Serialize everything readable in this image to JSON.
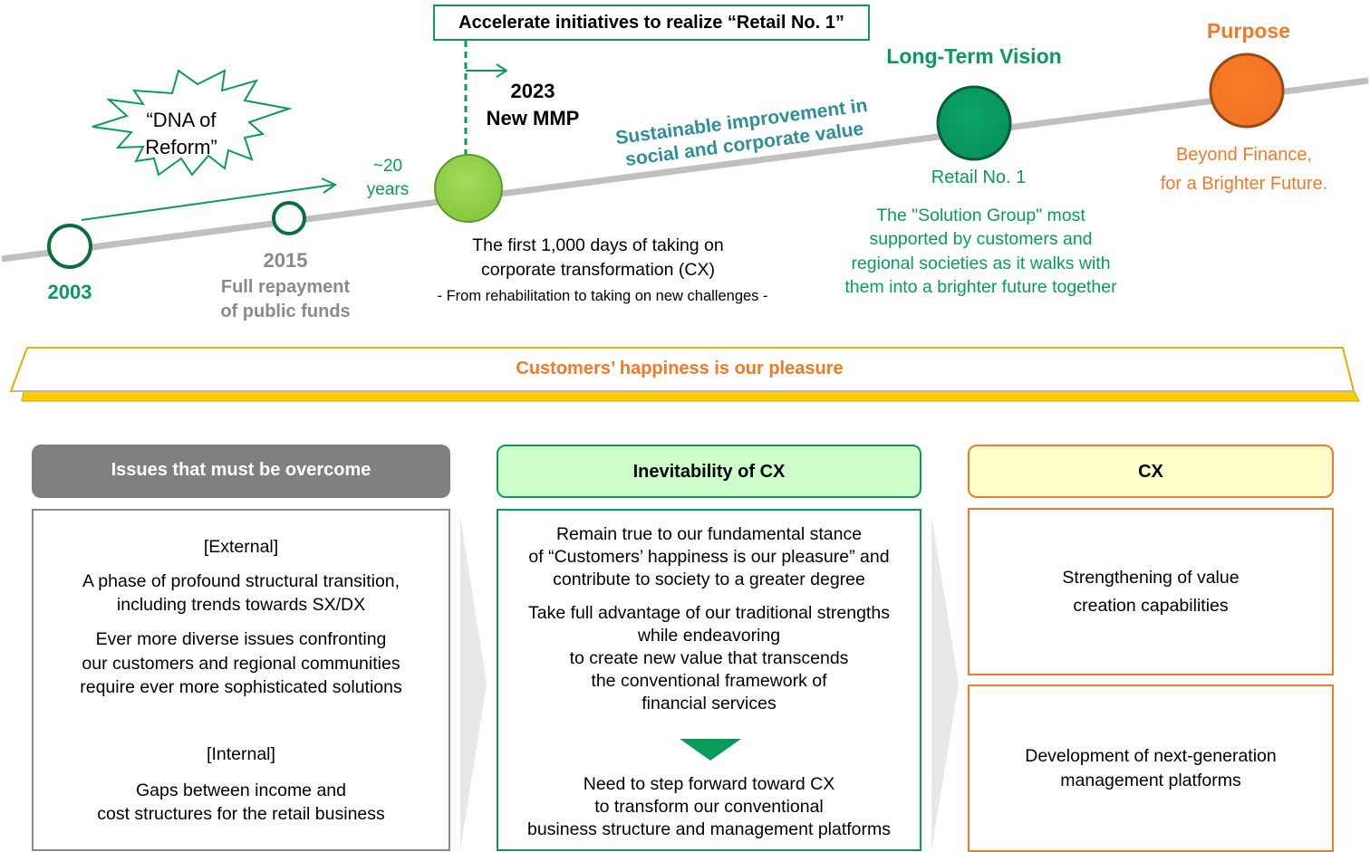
{
  "timeline": {
    "banner": "Accelerate initiatives to realize “Retail No. 1”",
    "dna_of_reform": "“DNA of\nReform”",
    "years_label": "~20\nyears",
    "milestones": [
      {
        "year": "2003",
        "description": ""
      },
      {
        "year": "2015",
        "description": "Full repayment\nof public funds"
      },
      {
        "year": "2023\nNew MMP",
        "description": "The first 1,000 days of taking on\ncorporate transformation (CX)",
        "subtext": "- From rehabilitation to taking on new challenges -"
      }
    ],
    "arrow_text": "Sustainable improvement in\nsocial and corporate value",
    "long_term_vision": {
      "title": "Long-Term Vision",
      "label": "Retail No. 1",
      "description": "The \"Solution Group\" most\nsupported by customers and\nregional societies as it walks with\nthem into a brighter future together"
    },
    "purpose": {
      "title": "Purpose",
      "label": "Beyond Finance,\nfor a Brighter Future."
    }
  },
  "ribbon": {
    "text": "Customers’ happiness is our pleasure"
  },
  "columns": [
    {
      "header": "Issues that must be overcome",
      "sections": [
        {
          "label": "[External]",
          "items": [
            "A phase of profound structural transition,\nincluding trends towards SX/DX",
            "Ever more diverse issues confronting\nour customers and regional communities\nrequire ever more sophisticated solutions"
          ]
        },
        {
          "label": "[Internal]",
          "items": [
            "Gaps between income and\ncost structures for the retail business"
          ]
        }
      ]
    },
    {
      "header": "Inevitability of CX",
      "items": [
        "Remain true to our fundamental stance\nof “Customers’ happiness is our pleasure” and\ncontribute to society to a greater degree",
        "Take full advantage of our traditional strengths\nwhile endeavoring\nto create new value that transcends\nthe conventional framework of\nfinancial services"
      ],
      "conclusion": "Need to step forward toward CX\nto transform our conventional\nbusiness structure and management platforms"
    },
    {
      "header": "CX",
      "items": [
        "Strengthening  of value\ncreation capabilities",
        "Development of next-generation\nmanagement platforms"
      ]
    }
  ],
  "colors": {
    "green": "#0a9a5c",
    "light_green": "#92d050",
    "orange": "#f07a28",
    "gray_header": "#808080",
    "yellow": "#ffc800"
  }
}
